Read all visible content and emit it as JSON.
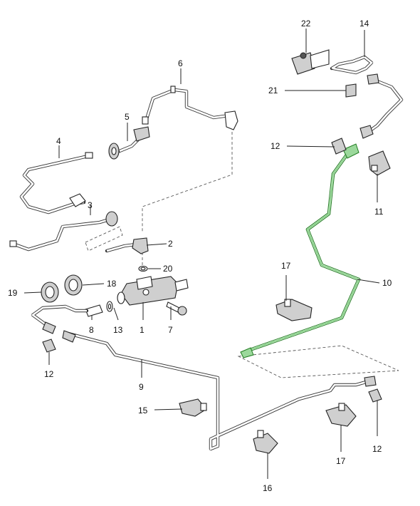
{
  "diagram": {
    "highlight_color": "#3aa63a",
    "highlighted_part": "10",
    "callouts": {
      "c1": "1",
      "c2": "2",
      "c3": "3",
      "c4": "4",
      "c5": "5",
      "c6": "6",
      "c7": "7",
      "c8": "8",
      "c9": "9",
      "c10": "10",
      "c11": "11",
      "c12a": "12",
      "c12b": "12",
      "c12c": "12",
      "c13": "13",
      "c14": "14",
      "c15": "15",
      "c16": "16",
      "c17a": "17",
      "c17b": "17",
      "c18": "18",
      "c19": "19",
      "c20": "20",
      "c21": "21",
      "c22": "22"
    }
  }
}
